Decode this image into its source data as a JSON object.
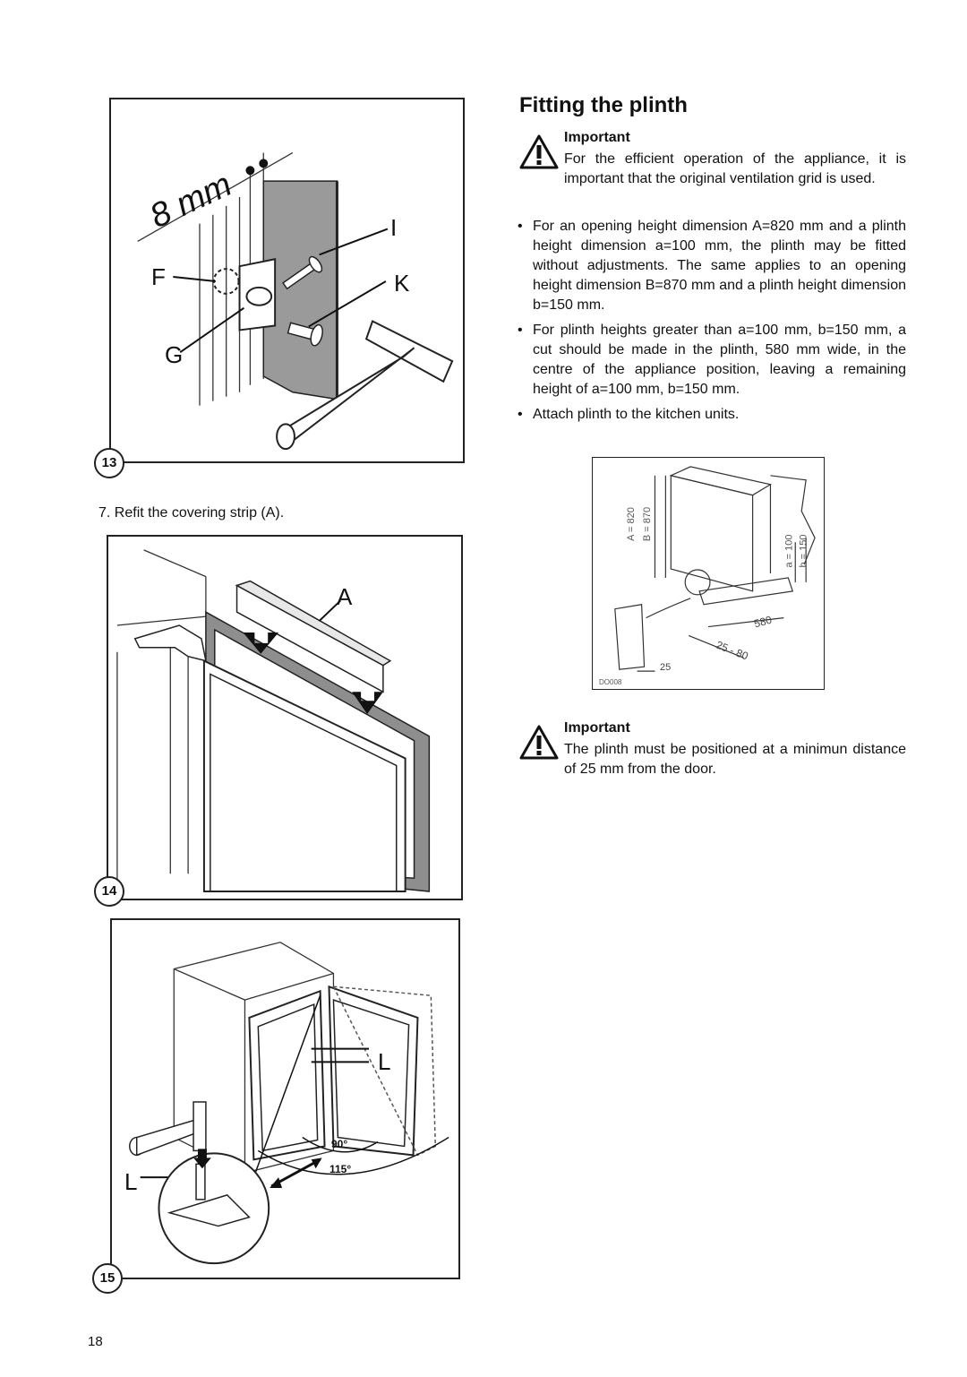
{
  "fig13": {
    "number": "13",
    "letters": {
      "dim": "8 mm",
      "i": "I",
      "f": "F",
      "k": "K",
      "g": "G"
    }
  },
  "fig14": {
    "caption": "7. Refit the covering strip (A).",
    "number": "14",
    "letter_a": "A"
  },
  "fig15": {
    "number": "15",
    "letter_l": "L",
    "angle_90": "90°",
    "angle_115": "115°"
  },
  "heading": "Fitting the plinth",
  "note1": {
    "title": "Important",
    "text": "For the efficient operation of the appliance, it is important that the original ventilation grid is used."
  },
  "bullets": [
    "For an opening height dimension A=820 mm and a plinth height dimension a=100 mm, the plinth may be fitted without adjustments. The same applies to an opening height dimension B=870 mm and a plinth height dimension b=150 mm.",
    "For plinth heights greater than a=100 mm, b=150 mm, a cut should be made in the plinth, 580 mm wide, in the centre of the appliance position, leaving a remaining height of a=100 mm, b=150 mm.",
    "Attach plinth to the kitchen units."
  ],
  "plinth_diagram": {
    "dim_a": "A = 820",
    "dim_b": "B = 870",
    "dim_a_small": "a = 100",
    "dim_b_small": "b = 150",
    "width": "580",
    "gap": "25 - 80",
    "door_gap": "25",
    "code": "DO008"
  },
  "note2": {
    "title": "Important",
    "text": "The plinth must be positioned at a minimun distance of 25 mm from the door."
  },
  "page_number": "18"
}
